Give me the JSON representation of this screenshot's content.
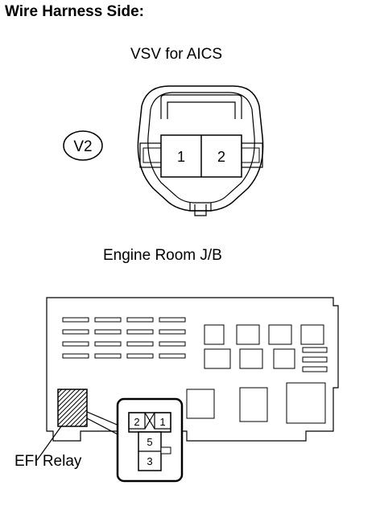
{
  "heading": "Wire Harness Side:",
  "vsv": {
    "label": "VSV for AICS",
    "connector_code": "V2",
    "pins": [
      "1",
      "2"
    ]
  },
  "junction_block": {
    "label": "Engine Room J/B"
  },
  "efi_relay": {
    "label": "EFI Relay",
    "pins": [
      "2",
      "1",
      "5",
      "3"
    ]
  }
}
